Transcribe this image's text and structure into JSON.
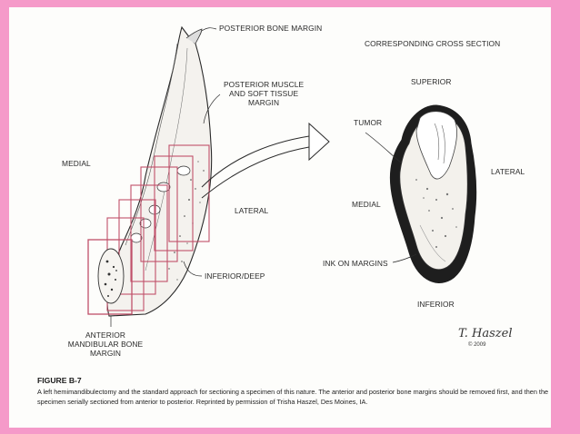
{
  "labels": {
    "posterior_bone_margin": "POSTERIOR BONE MARGIN",
    "corresponding_cross_section": "CORRESPONDING CROSS SECTION",
    "posterior_muscle": "POSTERIOR MUSCLE\nAND SOFT TISSUE\nMARGIN",
    "superior": "SUPERIOR",
    "tumor": "TUMOR",
    "medial_left": "MEDIAL",
    "lateral_right": "LATERAL",
    "medial_cross": "MEDIAL",
    "lateral_mid": "LATERAL",
    "inferior_deep": "INFERIOR/DEEP",
    "ink_on_margins": "INK ON MARGINS",
    "inferior": "INFERIOR",
    "anterior_margin": "ANTERIOR\nMANDIBULAR BONE\nMARGIN"
  },
  "signature": {
    "name": "T. Haszel",
    "year": "© 2009"
  },
  "figure": {
    "title": "FIGURE B-7",
    "caption": "A left hemimandibulectomy and the standard approach for sectioning a specimen of this nature. The anterior and posterior bone margins should be removed first, and then the specimen serially sectioned from anterior to posterior. Reprinted by permission of Trisha Haszel, Des Moines, IA."
  },
  "colors": {
    "background": "#f59ac9",
    "page": "#fdfdfb",
    "section_boxes": "#c0506a",
    "ink": "#1e1e1e"
  }
}
